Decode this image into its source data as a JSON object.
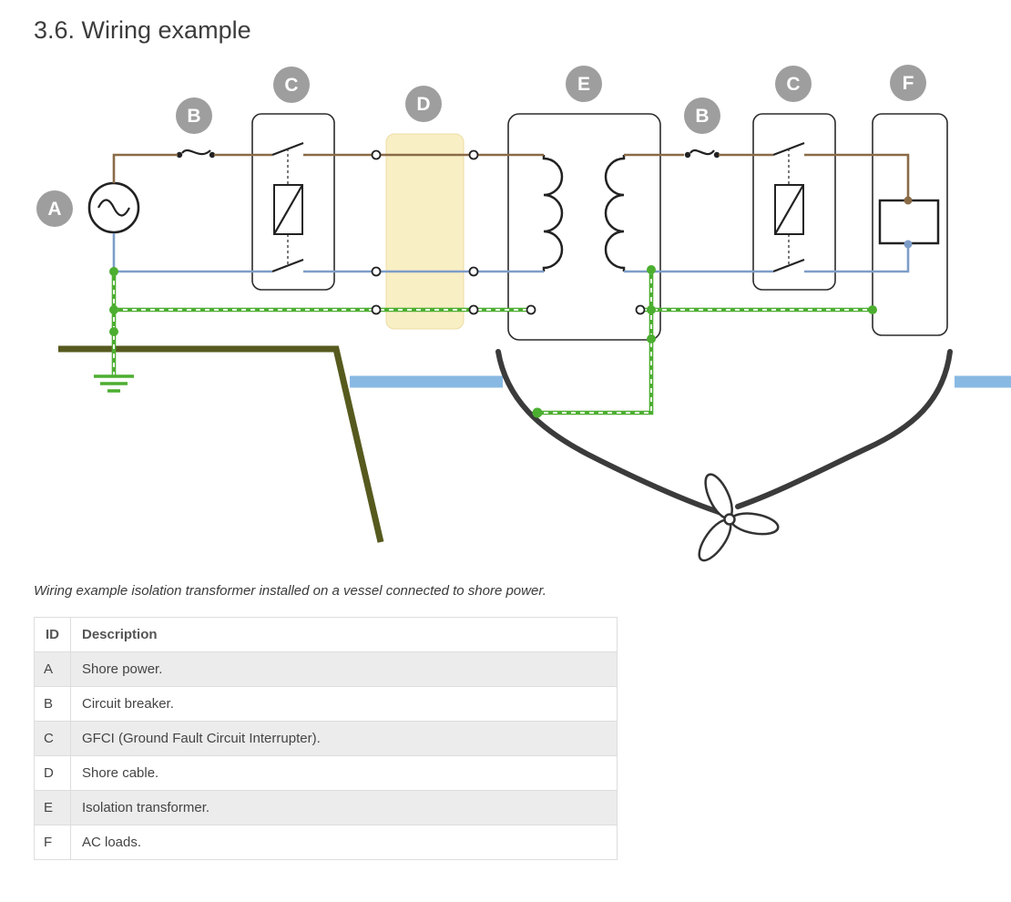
{
  "page": {
    "title": "3.6. Wiring example",
    "caption": "Wiring example isolation transformer installed on a vessel connected to shore power."
  },
  "diagram": {
    "labels": [
      {
        "id": "A"
      },
      {
        "id": "B"
      },
      {
        "id": "C"
      },
      {
        "id": "D"
      },
      {
        "id": "E"
      },
      {
        "id": "B"
      },
      {
        "id": "C"
      },
      {
        "id": "F"
      }
    ],
    "colors": {
      "wire_line": "#8a6b47",
      "wire_neutral": "#7d9dc8",
      "wire_ground": "#4cae30",
      "ground_stripe": "#ffffff",
      "label_badge": "#9e9e9e",
      "shore_cable_highlight": "#f9efc5",
      "shore_ground": "#565a1e",
      "water": "#88b9e3",
      "hull": "#3b3b3b"
    }
  },
  "table": {
    "headers": [
      "ID",
      "Description"
    ],
    "rows": [
      {
        "id": "A",
        "description": "Shore power."
      },
      {
        "id": "B",
        "description": "Circuit breaker."
      },
      {
        "id": "C",
        "description": "GFCI (Ground Fault Circuit Interrupter)."
      },
      {
        "id": "D",
        "description": "Shore cable."
      },
      {
        "id": "E",
        "description": "Isolation transformer."
      },
      {
        "id": "F",
        "description": "AC loads."
      }
    ]
  }
}
